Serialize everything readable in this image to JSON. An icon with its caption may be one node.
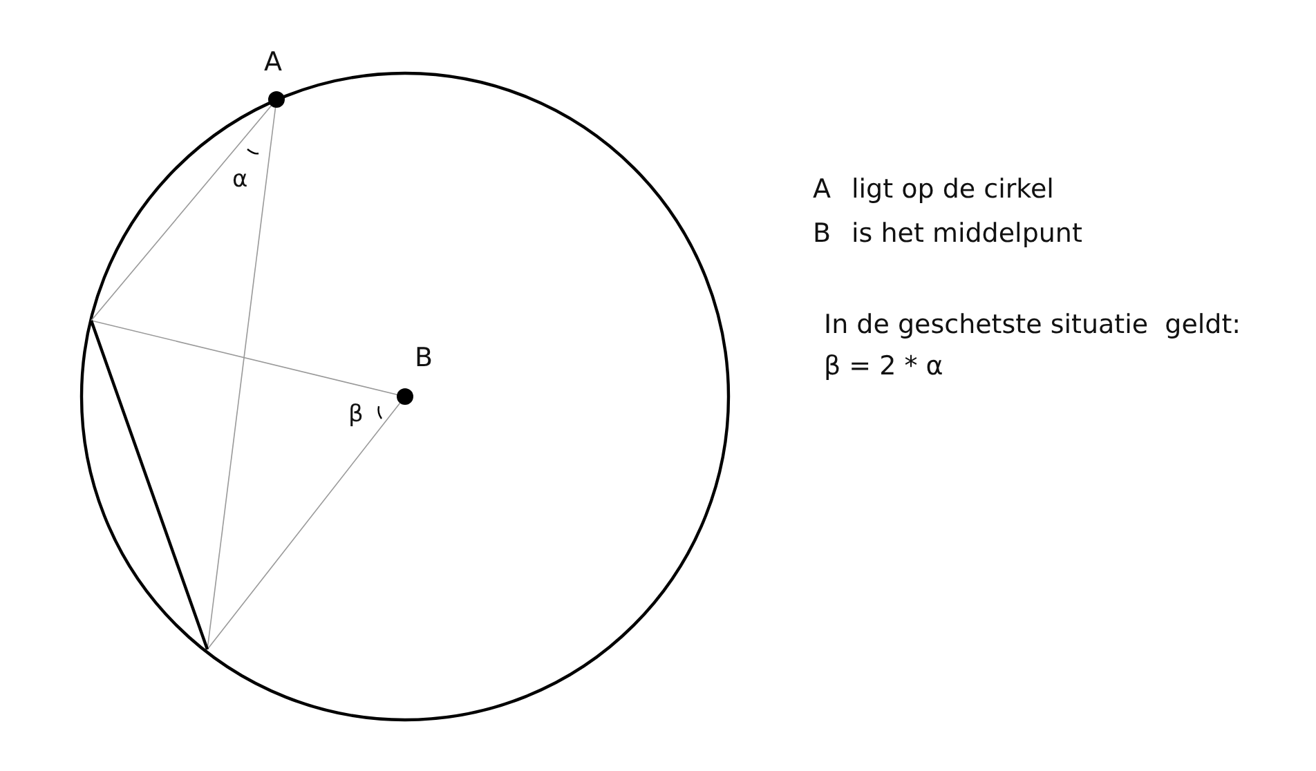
{
  "diagram": {
    "labels": [
      "A",
      "α",
      "B",
      "β",
      "A",
      "ligt op de cirkel",
      "B",
      "is het middelpunt",
      "In de geschetste situatie  geldt:",
      "β = 2 * α"
    ]
  }
}
